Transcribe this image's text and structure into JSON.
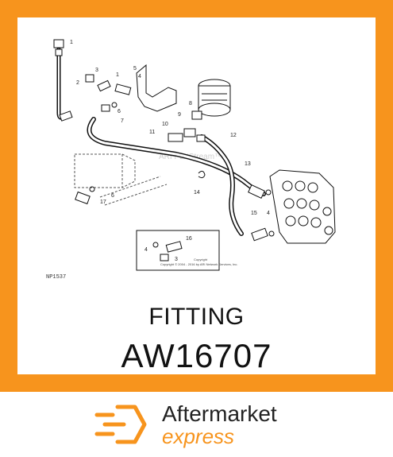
{
  "diagram": {
    "callouts": [
      "1",
      "2",
      "3",
      "1",
      "5",
      "4",
      "7",
      "6",
      "8",
      "9",
      "10",
      "11",
      "12",
      "13",
      "14",
      "6",
      "17",
      "15",
      "4",
      "16",
      "4",
      "3"
    ],
    "watermark": "ARI PartStream™",
    "reference_code": "NP1537",
    "inset_copyright": "Copyright © 2004 - 2016 by ARI Network Services, Inc.",
    "inset_copyright_label": "Copyright"
  },
  "product": {
    "name": "FITTING",
    "number": "AW16707"
  },
  "brand": {
    "line1": "Aftermarket",
    "line2": "express",
    "accent_color": "#f7941d",
    "icon": "speed-hexagon-icon"
  },
  "colors": {
    "frame": "#f7941d",
    "panel": "#ffffff",
    "text": "#111111"
  }
}
